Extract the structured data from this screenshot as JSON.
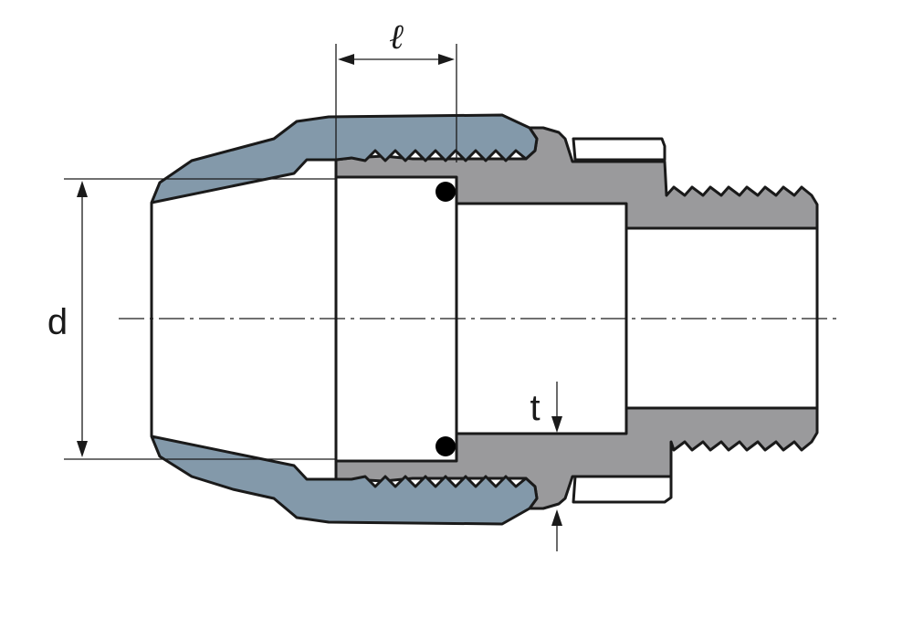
{
  "labels": {
    "diameter": "d",
    "length": "ℓ",
    "thickness": "t"
  },
  "colors": {
    "nut": "#8399aa",
    "body": "#9a9a9c",
    "outline": "#1a1a1a",
    "background": "#ffffff"
  }
}
